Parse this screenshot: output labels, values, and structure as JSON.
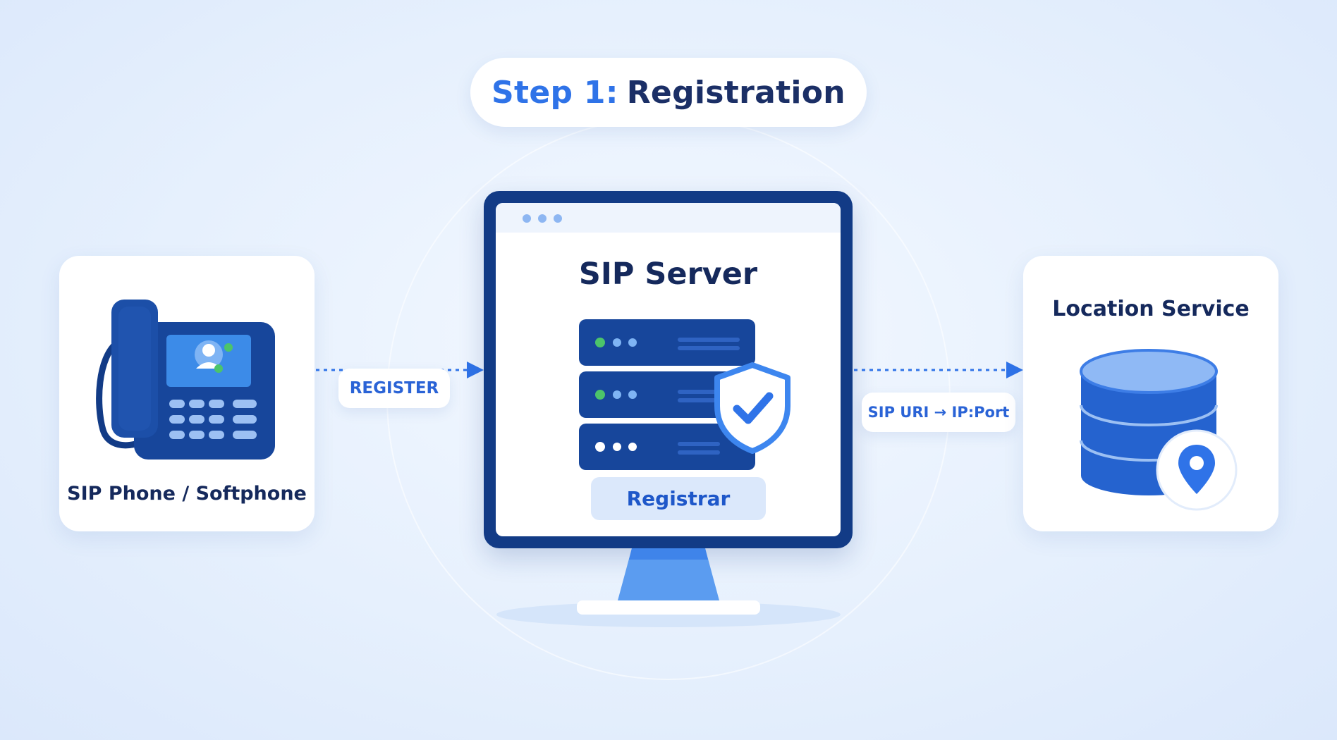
{
  "step": {
    "prefix": "Step 1:",
    "title": "Registration"
  },
  "phone": {
    "label": "SIP Phone / Softphone",
    "icon": "desk-phone-icon"
  },
  "server": {
    "title": "SIP Server",
    "button": "Registrar",
    "icon": "server-rack-icon",
    "badge_icon": "shield-check-icon"
  },
  "location": {
    "label": "Location Service",
    "icon": "database-icon",
    "badge_icon": "location-pin-icon"
  },
  "arrows": {
    "register_label": "REGISTER",
    "mapping_label": "SIP URI → IP:Port"
  },
  "colors": {
    "accent": "#2f73e8",
    "navy": "#123b86",
    "dark_text": "#15295c",
    "status_green": "#4cc46a"
  }
}
